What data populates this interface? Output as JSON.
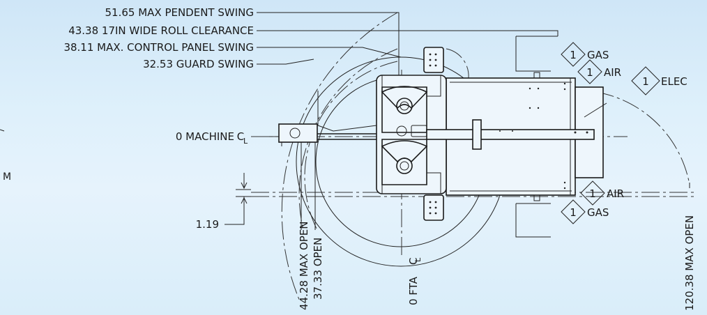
{
  "callouts": {
    "pendent_swing": "51.65 MAX PENDENT SWING",
    "roll_clearance": "43.38 17IN WIDE ROLL CLEARANCE",
    "control_panel_swing": "38.11 MAX. CONTROL PANEL SWING",
    "guard_swing": "32.53 GUARD SWING",
    "machine_cl": "0 MACHINE",
    "offset": "1.19",
    "max_open_left": "44.28 MAX OPEN",
    "open_left": "37.33 OPEN",
    "fta_cl": "0 FTA",
    "max_open_right": "120.38 MAX OPEN"
  },
  "notes": {
    "note_number": "1",
    "gas_top": "GAS",
    "air_top": "AIR",
    "elec": "ELEC",
    "air_bottom": "AIR",
    "gas_bottom": "GAS"
  },
  "edge_fragment": "M",
  "colors": {
    "background_top": "#cfe6f7",
    "background_bottom": "#e6f3fc",
    "line": "#1a1a1a"
  }
}
